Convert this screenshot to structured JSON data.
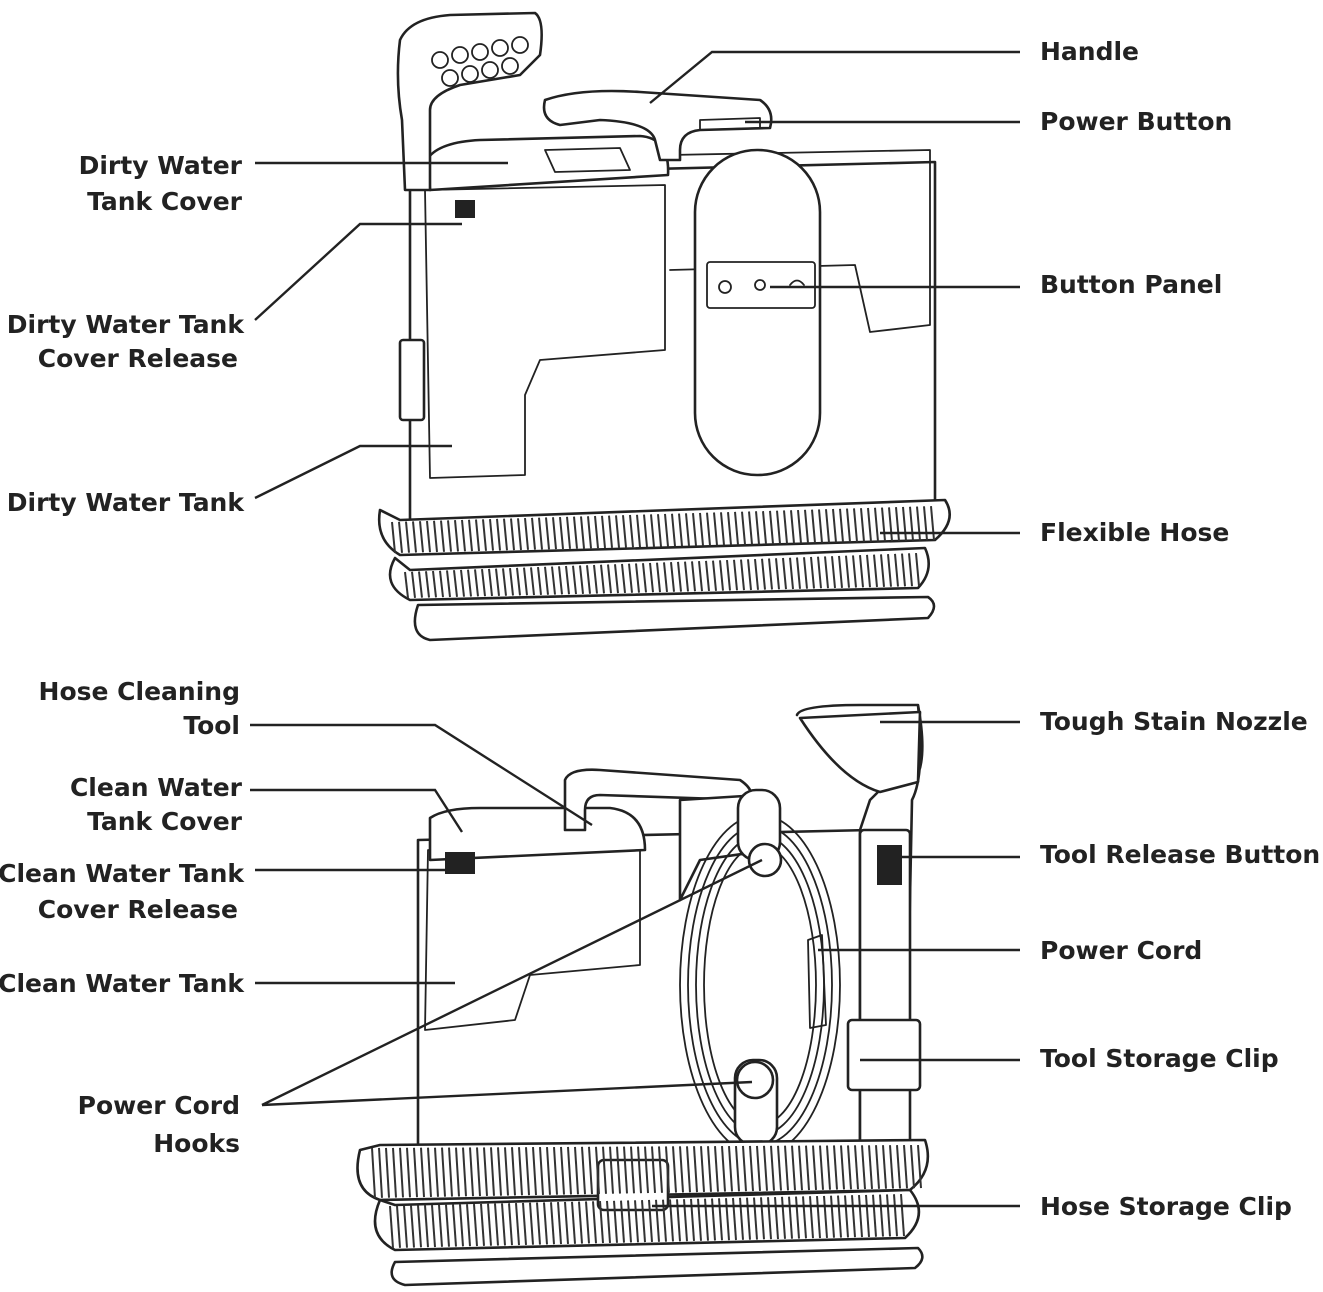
{
  "labels": {
    "handle": "Handle",
    "power_button": "Power Button",
    "dirty_water_tank_cover": [
      "Dirty Water",
      "Tank Cover"
    ],
    "dirty_water_tank_cover_release": [
      "Dirty Water Tank",
      "Cover Release"
    ],
    "button_panel": "Button Panel",
    "dirty_water_tank": "Dirty Water Tank",
    "flexible_hose": "Flexible Hose",
    "hose_cleaning_tool": [
      "Hose Cleaning",
      "Tool"
    ],
    "tough_stain_nozzle": "Tough Stain Nozzle",
    "clean_water_tank_cover": [
      "Clean Water",
      "Tank Cover"
    ],
    "tool_release_button": "Tool Release Button",
    "clean_water_tank_cover_release": [
      "Clean Water Tank",
      "Cover Release"
    ],
    "power_cord": "Power Cord",
    "clean_water_tank": "Clean Water Tank",
    "tool_storage_clip": "Tool Storage Clip",
    "power_cord_hooks": [
      "Power Cord",
      "Hooks"
    ],
    "hose_storage_clip": "Hose Storage Clip"
  },
  "colors": {
    "ink": "#222222",
    "background": "#ffffff"
  }
}
